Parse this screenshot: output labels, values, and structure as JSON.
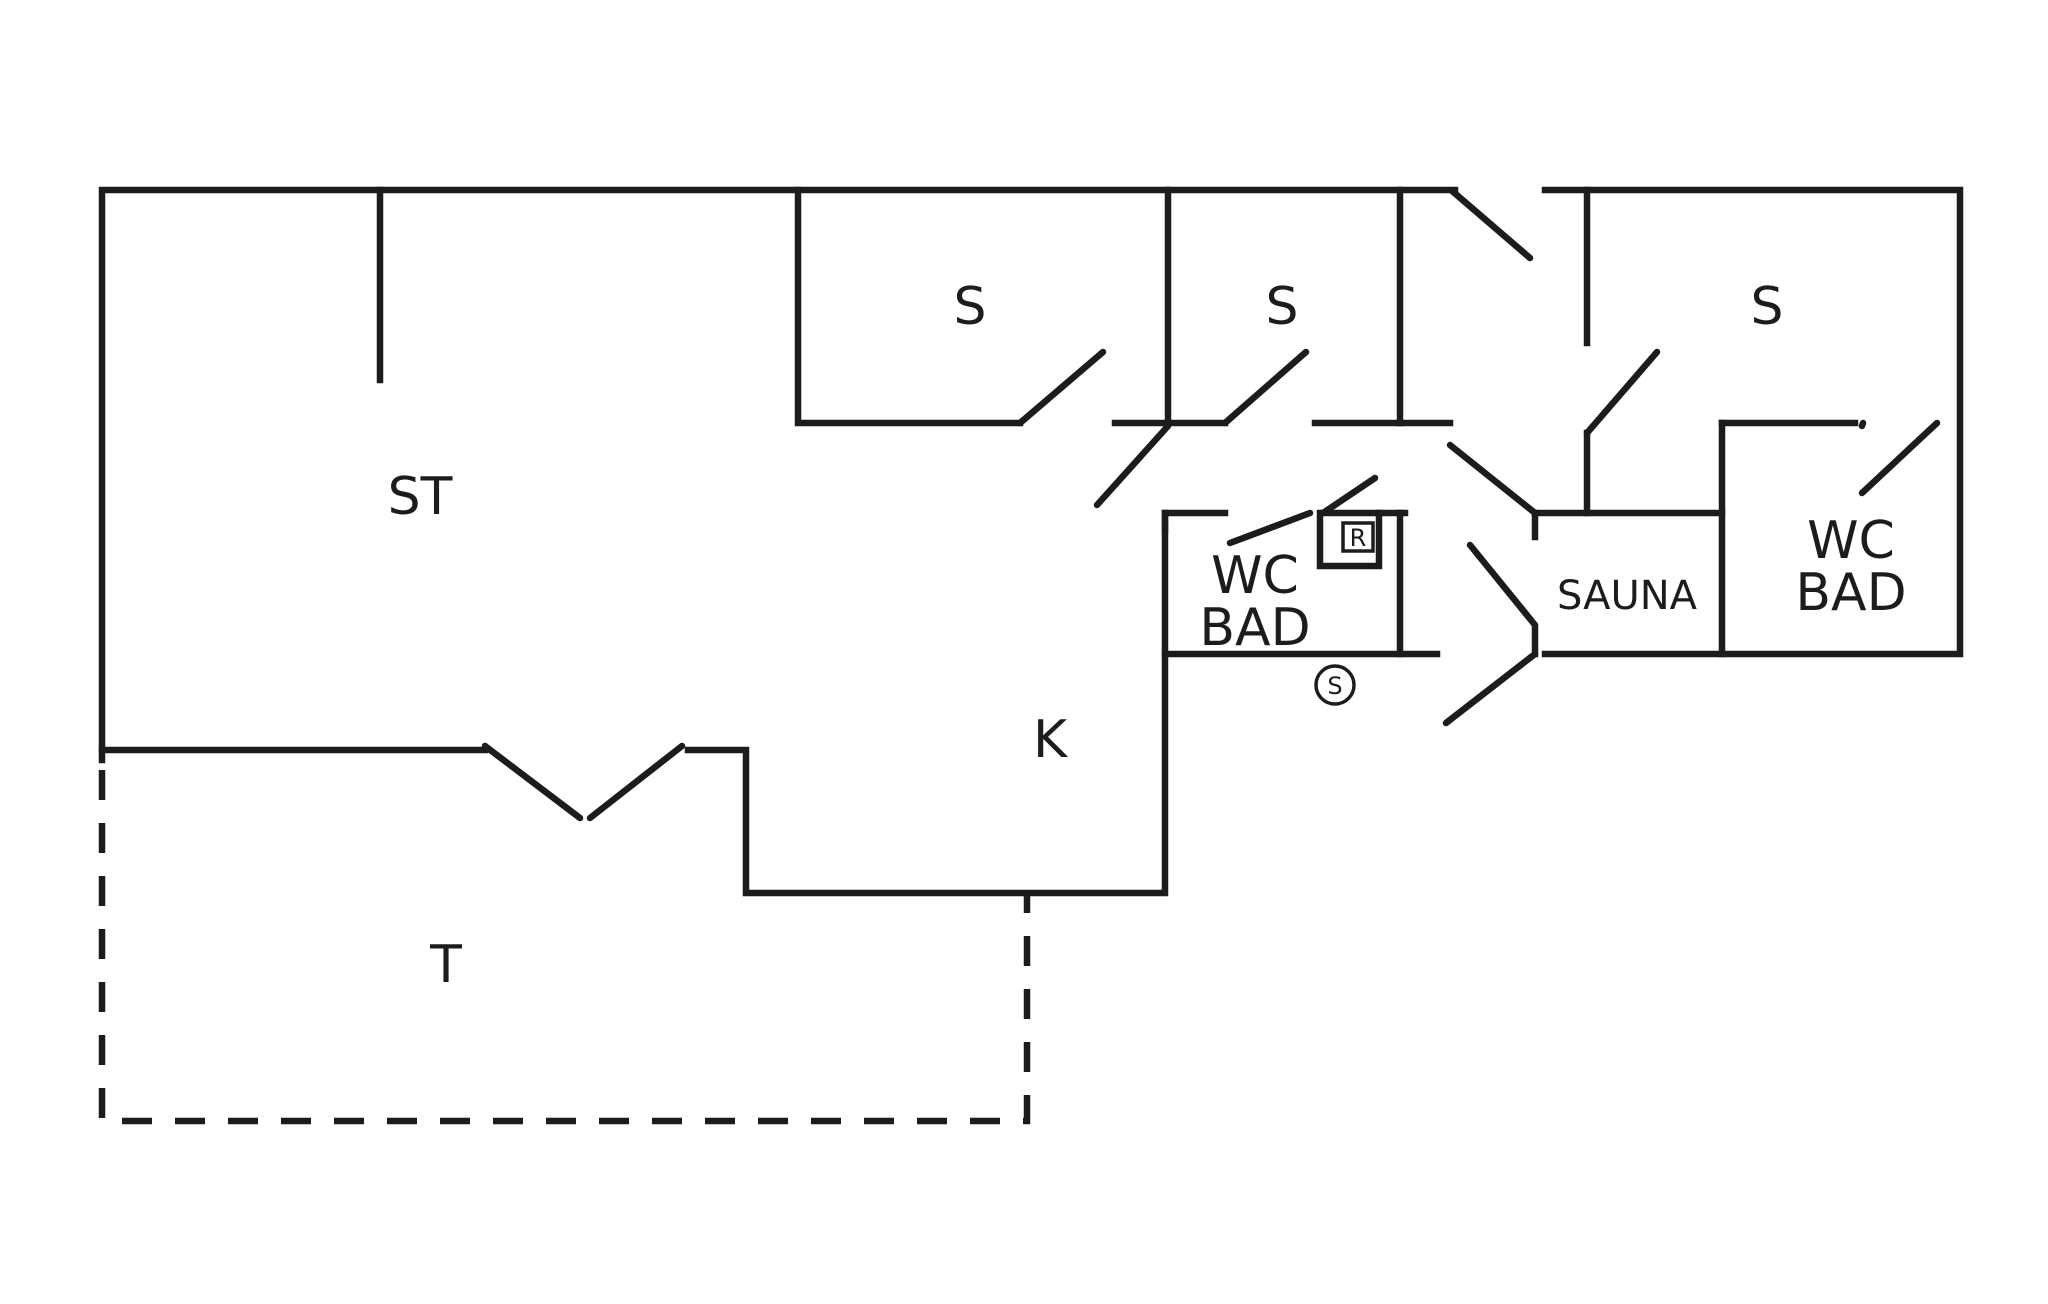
{
  "floor_plan": {
    "rooms": {
      "st": "ST",
      "k": "K",
      "t": "T",
      "s1": "S",
      "s2": "S",
      "s3": "S",
      "wc1": "WC",
      "bad1": "BAD",
      "wc2": "WC",
      "bad2": "BAD",
      "sauna": "SAUNA"
    },
    "symbols": {
      "r": "R",
      "s": "S"
    },
    "colors": {
      "line": "#1c1c1c",
      "background": "#ffffff"
    }
  }
}
